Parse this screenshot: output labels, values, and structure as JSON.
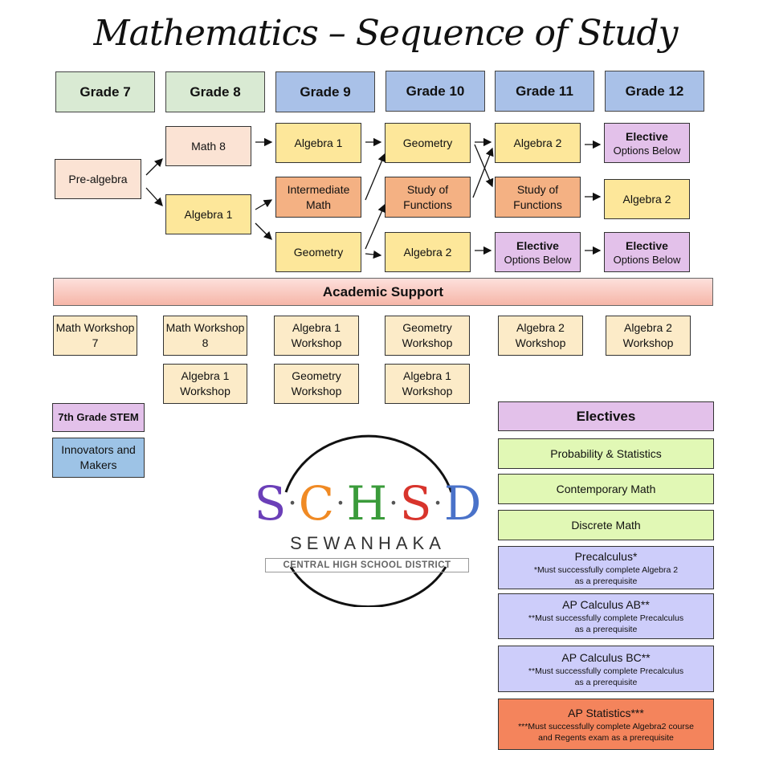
{
  "title": "Mathematics – Sequence of Study",
  "grades": [
    "Grade 7",
    "Grade 8",
    "Grade 9",
    "Grade 10",
    "Grade 11",
    "Grade 12"
  ],
  "courses": {
    "pre_algebra": "Pre-algebra",
    "math8": "Math 8",
    "algebra1_g8": "Algebra 1",
    "algebra1_g9": "Algebra 1",
    "intermediate_math": "Intermediate Math",
    "geometry_g9": "Geometry",
    "geometry_g10": "Geometry",
    "study_functions_g10": "Study of Functions",
    "algebra2_g10": "Algebra 2",
    "algebra2_g11": "Algebra 2",
    "study_functions_g11": "Study of Functions",
    "algebra2_g12": "Algebra 2",
    "elective_title": "Elective",
    "elective_sub": "Options Below"
  },
  "academic_support": "Academic Support",
  "workshops": {
    "row1": [
      "Math Workshop 7",
      "Math Workshop 8",
      "Algebra 1 Workshop",
      "Geometry Workshop",
      "Algebra 2 Workshop",
      "Algebra 2 Workshop"
    ],
    "row2": [
      "Algebra 1 Workshop",
      "Geometry Workshop",
      "Algebra 1 Workshop"
    ]
  },
  "stem": {
    "title": "7th Grade STEM",
    "innovators": "Innovators and Makers"
  },
  "logo": {
    "letters": [
      "S",
      "C",
      "H",
      "S",
      "D"
    ],
    "dot": "·",
    "name": "SEWANHAKA",
    "district": "CENTRAL HIGH SCHOOL DISTRICT",
    "letter_colors": [
      "#6b3fb8",
      "#f08a24",
      "#3a9b3a",
      "#d8342c",
      "#4a72c9"
    ]
  },
  "electives": {
    "header": "Electives",
    "simple": [
      "Probability & Statistics",
      "Contemporary Math",
      "Discrete Math"
    ],
    "prereq": [
      {
        "name": "Precalculus*",
        "note1": "*Must successfully complete Algebra 2",
        "note2": "as a prerequisite"
      },
      {
        "name": "AP Calculus AB**",
        "note1": "**Must successfully complete Precalculus",
        "note2": "as a prerequisite"
      },
      {
        "name": "AP Calculus BC**",
        "note1": "**Must successfully complete Precalculus",
        "note2": "as a prerequisite"
      },
      {
        "name": "AP Statistics***",
        "note1": "***Must successfully complete Algebra2 course",
        "note2": "and Regents exam as a prerequisite"
      }
    ]
  },
  "colors": {
    "grade_green": "#d9ead3",
    "grade_blue": "#a9c1e8",
    "peach": "#fbe3d4",
    "yellow": "#fde79a",
    "orange": "#f4b183",
    "purple": "#e3c1ea",
    "lime": "#e1f8b5",
    "lavender": "#cdcdfa",
    "ap_stats": "#f4845c"
  }
}
